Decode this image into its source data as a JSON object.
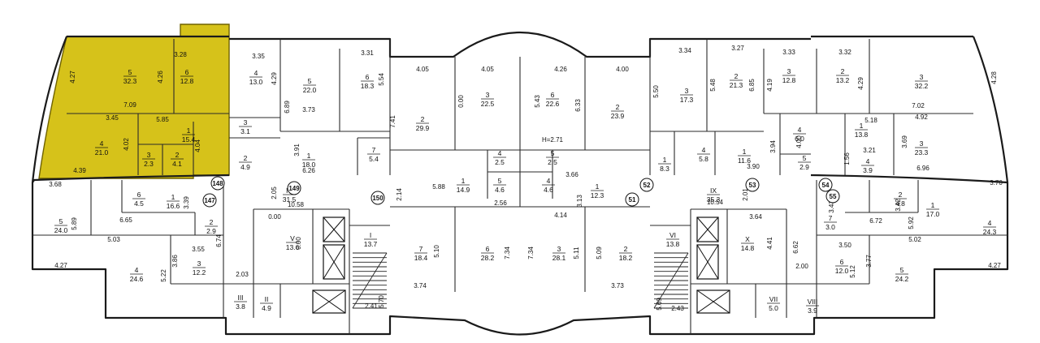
{
  "colors": {
    "highlight": "#d6c21a",
    "wall": "#1a1a1a",
    "background": "#ffffff"
  },
  "rooms": [
    {
      "id": "r1",
      "num": "5",
      "area": "32.3"
    },
    {
      "id": "r2",
      "num": "6",
      "area": "12.8"
    },
    {
      "id": "r3",
      "num": "4",
      "area": "21.0"
    },
    {
      "id": "r4",
      "num": "1",
      "area": "15.4"
    },
    {
      "id": "r5",
      "num": "3",
      "area": "2.3"
    },
    {
      "id": "r6",
      "num": "2",
      "area": "4.1"
    },
    {
      "id": "r7",
      "num": "4",
      "area": "13.0"
    },
    {
      "id": "r8",
      "num": "5",
      "area": "22.0"
    },
    {
      "id": "r9",
      "num": "6",
      "area": "18.3"
    },
    {
      "id": "r10",
      "num": "3",
      "area": "3.1"
    },
    {
      "id": "r11",
      "num": "2",
      "area": "4.9"
    },
    {
      "id": "r12",
      "num": "1",
      "area": "18.0"
    },
    {
      "id": "r13",
      "num": "7",
      "area": "5.4"
    },
    {
      "id": "r14",
      "num": "6",
      "area": "4.5"
    },
    {
      "id": "r15",
      "num": "1",
      "area": "16.6"
    },
    {
      "id": "r16",
      "num": "5",
      "area": "24.0"
    },
    {
      "id": "r17",
      "num": "2",
      "area": "2.9"
    },
    {
      "id": "r18",
      "num": "4",
      "area": "24.6"
    },
    {
      "id": "r19",
      "num": "3",
      "area": "12.2"
    },
    {
      "id": "r20",
      "num": "IV",
      "area": "31.5"
    },
    {
      "id": "r21",
      "num": "V",
      "area": "13.6"
    },
    {
      "id": "r22",
      "num": "I",
      "area": "13.7"
    },
    {
      "id": "r23",
      "num": "III",
      "area": "3.8"
    },
    {
      "id": "r24",
      "num": "II",
      "area": "4.9"
    },
    {
      "id": "r25",
      "num": "2",
      "area": "29.9"
    },
    {
      "id": "r26",
      "num": "3",
      "area": "22.5"
    },
    {
      "id": "r27",
      "num": "6",
      "area": "22.6"
    },
    {
      "id": "r28",
      "num": "2",
      "area": "23.9"
    },
    {
      "id": "r29",
      "num": "4",
      "area": "2.5"
    },
    {
      "id": "r30",
      "num": "5",
      "area": "2.5"
    },
    {
      "id": "r31",
      "num": "1",
      "area": "14.9"
    },
    {
      "id": "r32",
      "num": "5",
      "area": "4.6"
    },
    {
      "id": "r33",
      "num": "4",
      "area": "4.6"
    },
    {
      "id": "r34",
      "num": "1",
      "area": "12.3"
    },
    {
      "id": "r35",
      "num": "7",
      "area": "18.4"
    },
    {
      "id": "r36",
      "num": "6",
      "area": "28.2"
    },
    {
      "id": "r37",
      "num": "3",
      "area": "28.1"
    },
    {
      "id": "r38",
      "num": "2",
      "area": "18.2"
    },
    {
      "id": "r39",
      "num": "3",
      "area": "17.3"
    },
    {
      "id": "r40",
      "num": "2",
      "area": "21.3"
    },
    {
      "id": "r41",
      "num": "3",
      "area": "12.8"
    },
    {
      "id": "r42",
      "num": "2",
      "area": "13.2"
    },
    {
      "id": "r43",
      "num": "3",
      "area": "32.2"
    },
    {
      "id": "r44",
      "num": "1",
      "area": "8.3"
    },
    {
      "id": "r45",
      "num": "4",
      "area": "5.8"
    },
    {
      "id": "r46",
      "num": "1",
      "area": "11.6"
    },
    {
      "id": "r47",
      "num": "4",
      "area": "6.0"
    },
    {
      "id": "r48",
      "num": "5",
      "area": "2.9"
    },
    {
      "id": "r49",
      "num": "1",
      "area": "13.8"
    },
    {
      "id": "r50",
      "num": "3",
      "area": "23.3"
    },
    {
      "id": "r51",
      "num": "4",
      "area": "3.9"
    },
    {
      "id": "r52",
      "num": "IX",
      "area": "35.3"
    },
    {
      "id": "r53",
      "num": "2",
      "area": "4.8"
    },
    {
      "id": "r54",
      "num": "1",
      "area": "17.0"
    },
    {
      "id": "r55",
      "num": "4",
      "area": "24.3"
    },
    {
      "id": "r56",
      "num": "7",
      "area": "3.0"
    },
    {
      "id": "r57",
      "num": "VI",
      "area": "13.8"
    },
    {
      "id": "r58",
      "num": "X",
      "area": "14.8"
    },
    {
      "id": "r59",
      "num": "6",
      "area": "12.0"
    },
    {
      "id": "r60",
      "num": "5",
      "area": "24.2"
    },
    {
      "id": "r61",
      "num": "VII",
      "area": "5.0"
    },
    {
      "id": "r62",
      "num": "VIII",
      "area": "3.9"
    }
  ],
  "dimensions": [
    "4.27",
    "3.28",
    "4.26",
    "7.09",
    "3.45",
    "5.85",
    "4.02",
    "4.04",
    "4.39",
    "3.35",
    "4.29",
    "6.89",
    "3.73",
    "3.31",
    "5.54",
    "3.91",
    "6.26",
    "3.68",
    "5.89",
    "6.65",
    "3.39",
    "5.03",
    "6.74",
    "3.55",
    "3.86",
    "5.22",
    "4.27",
    "2.03",
    "2.05",
    "10.58",
    "0.00",
    "0.00",
    "2.41",
    "5.70",
    "4.05",
    "7.41",
    "4.05",
    "0.00",
    "4.26",
    "5.43",
    "6.33",
    "4.00",
    "H=2.71",
    "5.88",
    "2.14",
    "2.56",
    "3.66",
    "3.13",
    "4.14",
    "5.10",
    "7.34",
    "7.34",
    "5.11",
    "5.09",
    "3.74",
    "3.73",
    "3.34",
    "5.50",
    "3.27",
    "5.48",
    "6.85",
    "3.33",
    "4.19",
    "3.32",
    "4.29",
    "4.28",
    "7.02",
    "5.18",
    "4.92",
    "3.94",
    "4.00",
    "1.56",
    "3.21",
    "3.69",
    "3.90",
    "6.96",
    "2.01",
    "10.54",
    "3.64",
    "3.70",
    "3.43",
    "3.42",
    "6.72",
    "5.92",
    "3.50",
    "5.02",
    "4.41",
    "6.62",
    "2.00",
    "3.77",
    "5.12",
    "4.27",
    "5.69",
    "2.43"
  ],
  "markers": [
    "148",
    "147",
    "149",
    "150",
    "51",
    "52",
    "53",
    "54",
    "55"
  ]
}
